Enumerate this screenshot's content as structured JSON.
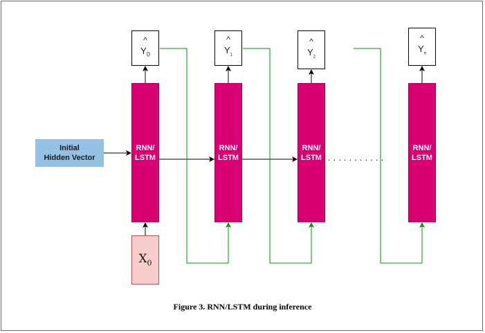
{
  "colors": {
    "cell_fill": "#d80073",
    "hidden_vector_fill": "#94c1e4",
    "input_fill": "#f8cecc",
    "feedback_arrow": "#009900",
    "flow_arrow": "#000000"
  },
  "hidden_vector": {
    "line1": "Initial",
    "line2": "Hidden Vector"
  },
  "cells": [
    {
      "line1": "RNN/",
      "line2": "LSTM"
    },
    {
      "line1": "RNN/",
      "line2": "LSTM"
    },
    {
      "line1": "RNN/",
      "line2": "LSTM"
    },
    {
      "line1": "RNN/",
      "line2": "LSTM"
    }
  ],
  "outputs": [
    {
      "hat": "^",
      "symbol": "Y",
      "sub": "0"
    },
    {
      "hat": "^",
      "symbol": "Y",
      "sub": "1"
    },
    {
      "hat": "^",
      "symbol": "Y",
      "sub": "2"
    },
    {
      "hat": "^",
      "symbol": "Y",
      "sub": "n"
    }
  ],
  "input": {
    "symbol": "X",
    "sub": "0"
  },
  "ellipsis": ". . . . . . . . . . .",
  "caption": "Figure 3. RNN/LSTM during inference"
}
